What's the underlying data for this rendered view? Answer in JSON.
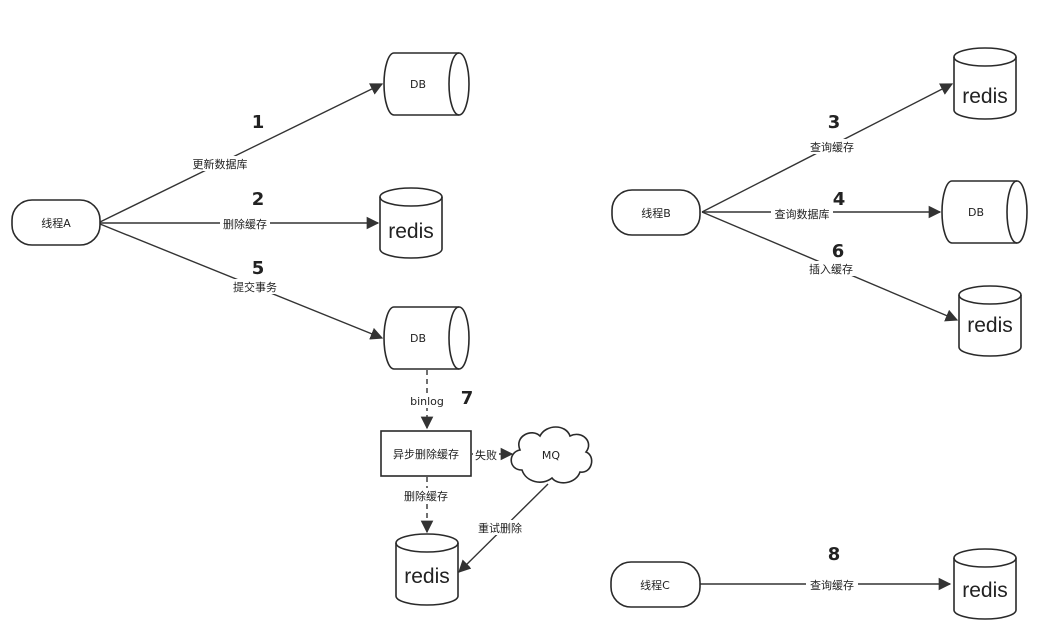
{
  "nodes": {
    "thread_a": "线程A",
    "thread_b": "线程B",
    "thread_c": "线程C",
    "db": "DB",
    "redis": "redis",
    "async_delete": "异步删除缓存",
    "mq": "MQ"
  },
  "steps": {
    "s1": "1",
    "s2": "2",
    "s3": "3",
    "s4": "4",
    "s5": "5",
    "s6": "6",
    "s7": "7",
    "s8": "8"
  },
  "edges": {
    "update_db": "更新数据库",
    "delete_cache": "删除缓存",
    "commit_tx": "提交事务",
    "binlog": "binlog",
    "fail": "失败",
    "delete_cache_2": "删除缓存",
    "retry_delete": "重试删除",
    "query_cache_b": "查询缓存",
    "query_db_b": "查询数据库",
    "insert_cache_b": "插入缓存",
    "query_cache_c": "查询缓存"
  }
}
